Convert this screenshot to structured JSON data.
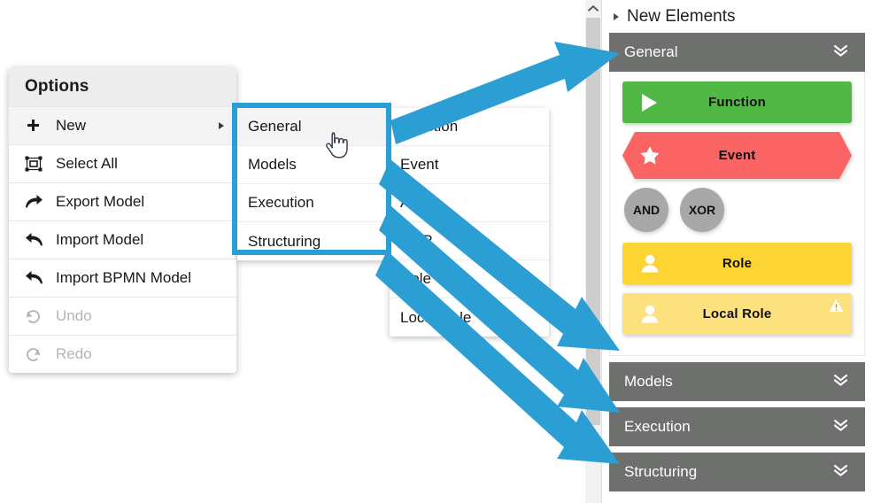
{
  "options_menu": {
    "title": "Options",
    "items": [
      {
        "label": "New",
        "icon": "plus-icon",
        "has_submenu": true,
        "disabled": false,
        "highlighted": true
      },
      {
        "label": "Select All",
        "icon": "select-all-icon",
        "has_submenu": false,
        "disabled": false,
        "highlighted": false
      },
      {
        "label": "Export Model",
        "icon": "export-arrow-icon",
        "has_submenu": false,
        "disabled": false,
        "highlighted": false
      },
      {
        "label": "Import Model",
        "icon": "import-arrow-icon",
        "has_submenu": false,
        "disabled": false,
        "highlighted": false
      },
      {
        "label": "Import BPMN Model",
        "icon": "import-arrow-icon",
        "has_submenu": false,
        "disabled": false,
        "highlighted": false
      },
      {
        "label": "Undo",
        "icon": "undo-icon",
        "has_submenu": false,
        "disabled": true,
        "highlighted": false
      },
      {
        "label": "Redo",
        "icon": "redo-icon",
        "has_submenu": false,
        "disabled": true,
        "highlighted": false
      }
    ]
  },
  "submenu_categories": {
    "items": [
      {
        "label": "General",
        "has_submenu": true,
        "highlighted": true
      },
      {
        "label": "Models",
        "has_submenu": true,
        "highlighted": false
      },
      {
        "label": "Execution",
        "has_submenu": true,
        "highlighted": false
      },
      {
        "label": "Structuring",
        "has_submenu": true,
        "highlighted": false
      }
    ],
    "highlight_color": "#2b9fd4"
  },
  "submenu_general": {
    "items": [
      {
        "label": "Function"
      },
      {
        "label": "Event"
      },
      {
        "label": "AND"
      },
      {
        "label": "XOR"
      },
      {
        "label": "Role"
      },
      {
        "label": "Local Role"
      }
    ]
  },
  "cursor": {
    "icon": "pointing-hand-cursor"
  },
  "scrollbar": {
    "up_arrow_icon": "chevron-up-icon",
    "orientation": "vertical"
  },
  "right_panel": {
    "title": "New Elements",
    "title_toggle_icon": "triangle-right-icon",
    "sections": [
      {
        "label": "General",
        "expanded": true,
        "chevron_icon": "double-chevron-down-icon"
      },
      {
        "label": "Models",
        "expanded": false,
        "chevron_icon": "double-chevron-down-icon"
      },
      {
        "label": "Execution",
        "expanded": false,
        "chevron_icon": "double-chevron-down-icon"
      },
      {
        "label": "Structuring",
        "expanded": false,
        "chevron_icon": "double-chevron-down-icon"
      }
    ],
    "palette": {
      "function": {
        "label": "Function",
        "icon": "play-triangle-icon",
        "color": "#52b845"
      },
      "event": {
        "label": "Event",
        "icon": "star-icon",
        "color": "#fb6465"
      },
      "gateways": [
        {
          "label": "AND",
          "icon": "circle-gateway-icon",
          "color": "#a8a8a8"
        },
        {
          "label": "XOR",
          "icon": "circle-gateway-icon",
          "color": "#a8a8a8"
        }
      ],
      "role": {
        "label": "Role",
        "icon": "person-icon",
        "color": "#fcd434"
      },
      "local_role": {
        "label": "Local Role",
        "icon": "person-icon",
        "color": "#fce17e",
        "badge_icon": "warning-triangle-icon"
      }
    },
    "header_color": "#6e706e"
  },
  "annotation_arrows": {
    "color": "#2b9fd4",
    "count": 4,
    "targets": [
      "General",
      "Models",
      "Execution",
      "Structuring"
    ]
  }
}
